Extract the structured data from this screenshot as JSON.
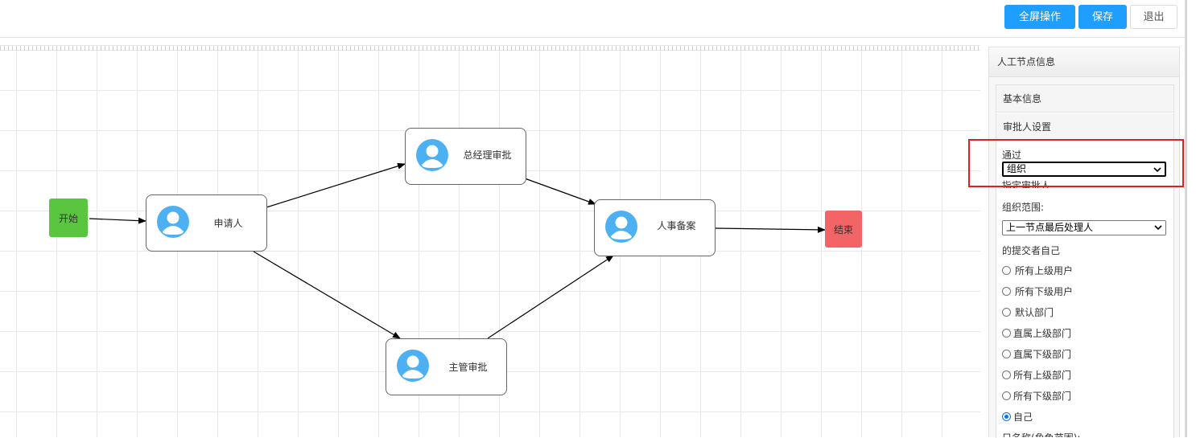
{
  "toolbar": {
    "fullscreen_label": "全屏操作",
    "save_label": "保存",
    "exit_label": "退出"
  },
  "flow": {
    "start_label": "开始",
    "end_label": "结束",
    "nodes": {
      "applicant": "申请人",
      "gm_approval": "总经理审批",
      "supervisor_approval": "主管审批",
      "hr_filing": "人事备案"
    }
  },
  "panel": {
    "title": "人工节点信息",
    "basic_info": "基本信息",
    "approver_settings": "审批人设置",
    "pass_label": "通过",
    "approver_type_value": "组织",
    "assign_approver_label": "指定审批人",
    "org_scope_label": "组织范围:",
    "org_scope_value": "上一节点最后处理人",
    "submitter_self_label": "的提交者自己",
    "options": [
      {
        "label": "所有上级用户",
        "checked": false
      },
      {
        "label": "所有下级用户",
        "checked": false
      },
      {
        "label": "默认部门",
        "checked": false
      },
      {
        "label": "直属上级部门",
        "checked": false
      },
      {
        "label": "直属下级部门",
        "checked": false
      },
      {
        "label": "所有上级部门",
        "checked": false
      },
      {
        "label": "所有下级部门",
        "checked": false
      },
      {
        "label": "自己",
        "checked": true
      }
    ],
    "cut_off_label": "只名称(角色范围):"
  },
  "colors": {
    "primary": "#1e9fff",
    "start_node": "#5ac640",
    "end_node": "#f26466",
    "highlight": "#e02020",
    "avatar": "#4db0f2"
  }
}
